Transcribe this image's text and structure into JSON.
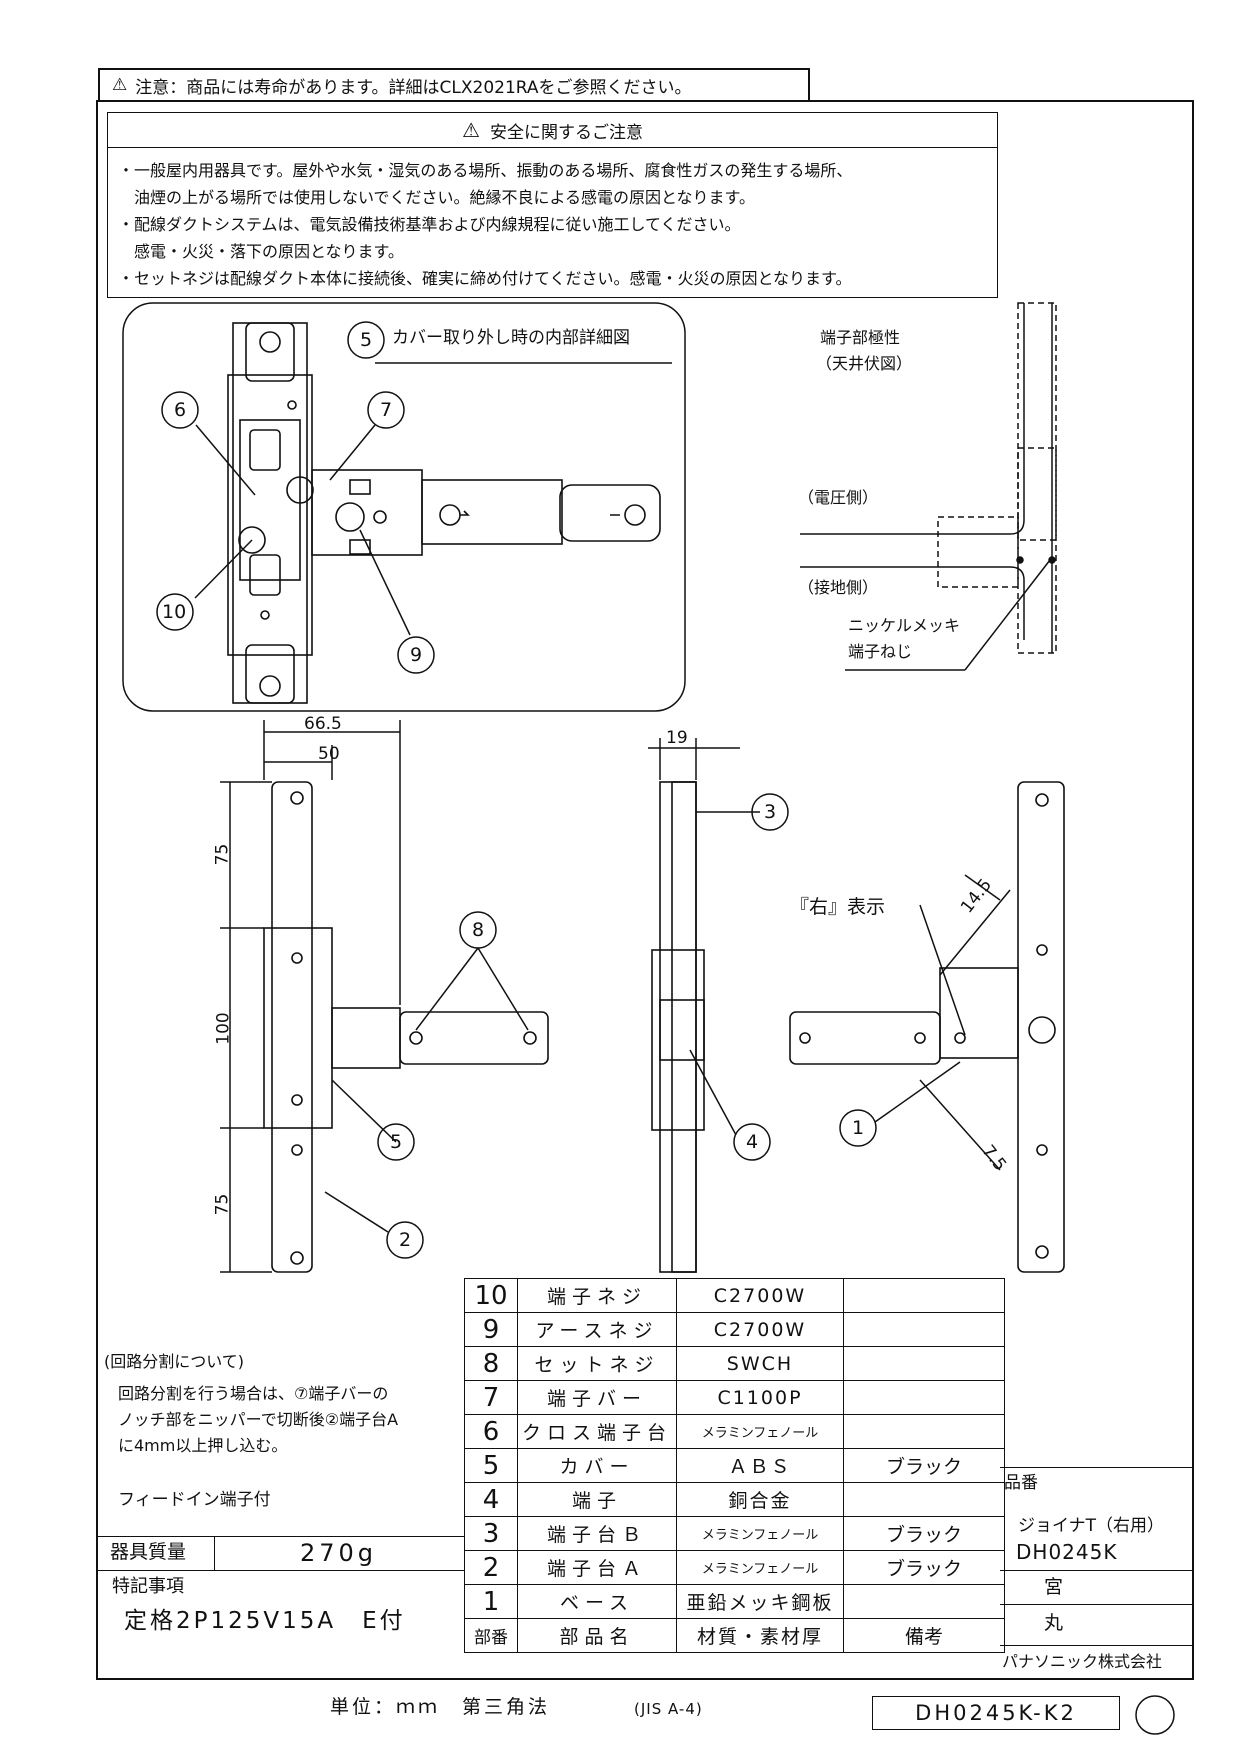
{
  "notice": {
    "text": "注意：商品には寿命があります。詳細はCLX2021RAをご参照ください。"
  },
  "safety": {
    "heading": "安全に関するご注意",
    "lines": [
      "・一般屋内用器具です。屋外や水気・湿気のある場所、振動のある場所、腐食性ガスの発生する場所、",
      "　油煙の上がる場所では使用しないでください。絶縁不良による感電の原因となります。",
      "・配線ダクトシステムは、電気設備技術基準および内線規程に従い施工してください。",
      "　感電・火災・落下の原因となります。",
      "・セットネジは配線ダクト本体に接続後、確実に締め付けてください。感電・火災の原因となります。"
    ]
  },
  "detail": {
    "label": "カバー取り外し時の内部詳細図",
    "num": "5"
  },
  "callouts": {
    "n1": "1",
    "n2": "2",
    "n3": "3",
    "n4": "4",
    "n5": "5",
    "n6": "6",
    "n7": "7",
    "n8": "8",
    "n9": "9",
    "n10": "10"
  },
  "polarity": {
    "title": "端子部極性",
    "subtitle": "（天井伏図）",
    "voltage": "（電圧側）",
    "ground": "（接地側）",
    "screw1": "ニッケルメッキ",
    "screw2": "端子ねじ"
  },
  "dims": {
    "w1": "66.5",
    "w2": "50",
    "h1": "75",
    "h2": "100",
    "h3": "75",
    "d1": "19",
    "r1": "14.5",
    "r2": "7.5"
  },
  "right_mark": "『右』表示",
  "circuit": {
    "title": "(回路分割について)",
    "lines": [
      "回路分割を行う場合は、⑦端子バーの",
      "ノッチ部をニッパーで切断後②端子台A",
      "に4mm以上押し込む。"
    ],
    "feed": "フィードイン端子付"
  },
  "weight": {
    "label": "器具質量",
    "value": "270g"
  },
  "special": {
    "label": "特記事項",
    "value": "定格2P125V15A　E付"
  },
  "parts": [
    {
      "no": "10",
      "name": "端子ネジ",
      "material": "C2700W",
      "note": ""
    },
    {
      "no": "9",
      "name": "アースネジ",
      "material": "C2700W",
      "note": ""
    },
    {
      "no": "8",
      "name": "セットネジ",
      "material": "SWCH",
      "note": ""
    },
    {
      "no": "7",
      "name": "端子バー",
      "material": "C1100P",
      "note": ""
    },
    {
      "no": "6",
      "name": "クロス端子台",
      "material": "メラミンフェノール",
      "note": ""
    },
    {
      "no": "5",
      "name": "カバー",
      "material": "ＡＢＳ",
      "note": "ブラック"
    },
    {
      "no": "4",
      "name": "端子",
      "material": "銅合金",
      "note": ""
    },
    {
      "no": "3",
      "name": "端子台Ｂ",
      "material": "メラミンフェノール",
      "note": "ブラック"
    },
    {
      "no": "2",
      "name": "端子台Ａ",
      "material": "メラミンフェノール",
      "note": "ブラック"
    },
    {
      "no": "1",
      "name": "ベース",
      "material": "亜鉛メッキ鋼板",
      "note": ""
    }
  ],
  "parts_header": {
    "no": "部番",
    "name": "部品名",
    "material": "材質・素材厚",
    "note": "備考"
  },
  "product": {
    "label": "品番",
    "name": "ジョイナT（右用）",
    "code": "DH0245K",
    "stamp1": "宮",
    "stamp2": "丸",
    "company": "パナソニック株式会社"
  },
  "footer": {
    "units": "単位：ｍｍ　第三角法",
    "std": "(JIS A-4)",
    "drawing_no": "DH0245K-K2"
  }
}
